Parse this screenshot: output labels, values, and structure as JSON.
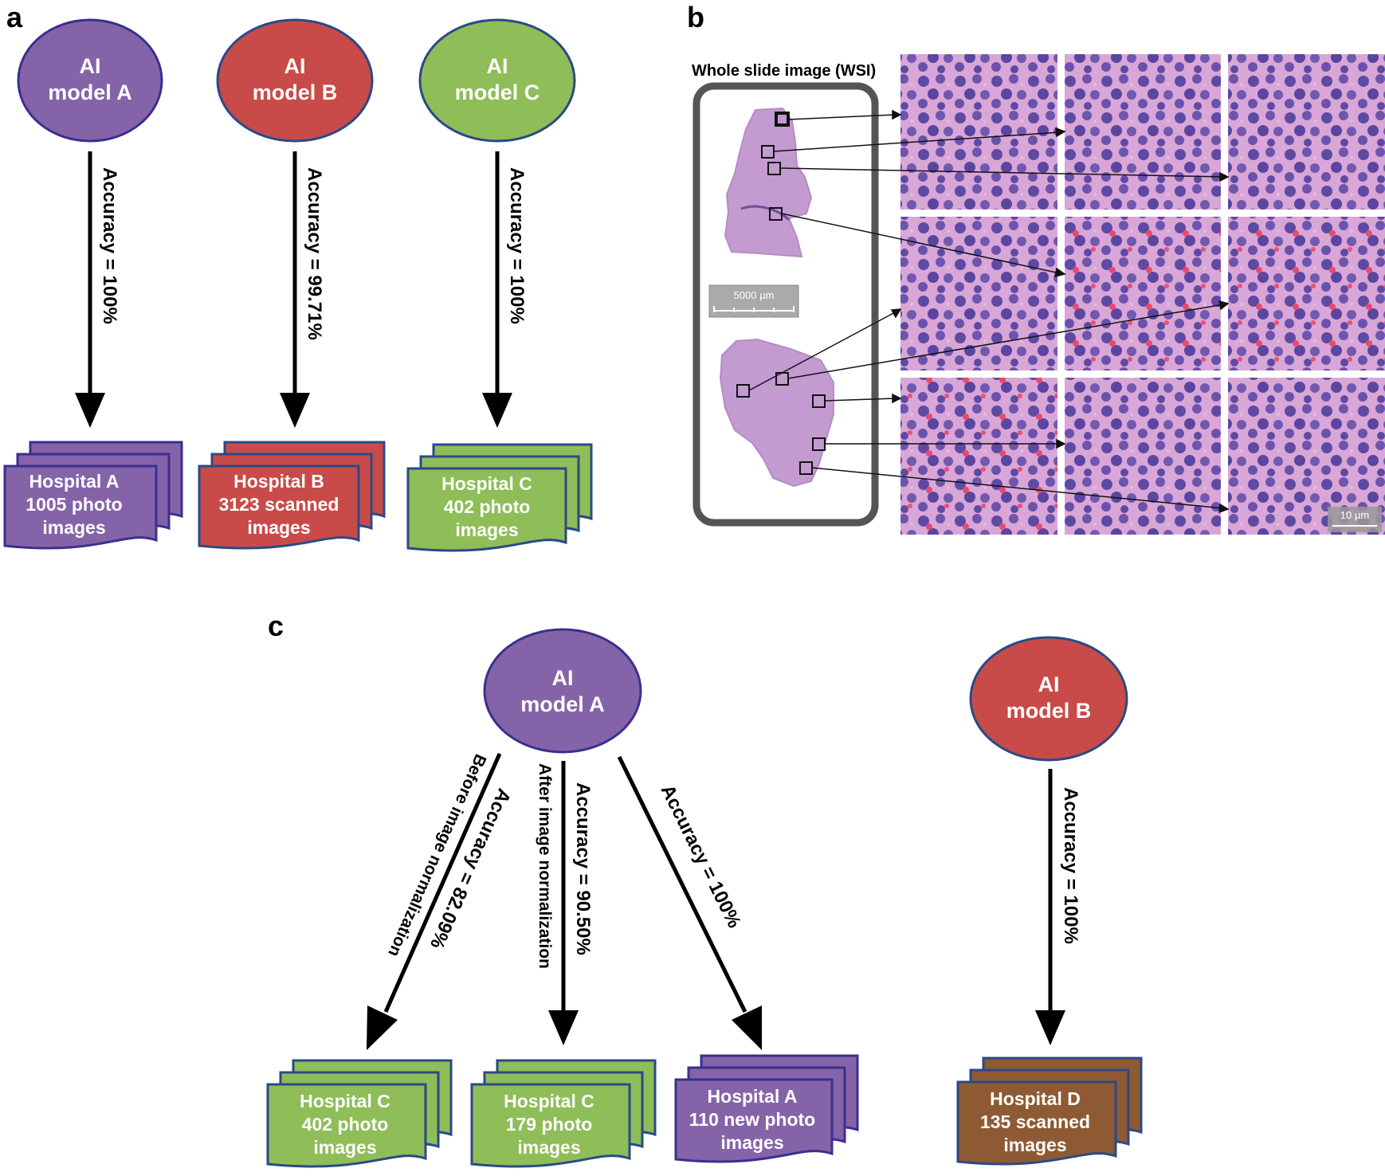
{
  "panels": {
    "a": "a",
    "b": "b",
    "c": "c"
  },
  "colors": {
    "purple": "#8563a8",
    "purple_edge": "#3b2f8f",
    "red": "#c84b49",
    "red_edge": "#2a4a86",
    "green": "#8fbd58",
    "green_edge": "#2a4a86",
    "brown": "#8e5a34",
    "brown_edge": "#2a4a86",
    "tissue": "#c49bd0",
    "tissue_dark": "#5b3f9a"
  },
  "panel_a": {
    "models": [
      {
        "line1": "AI",
        "line2": "model A",
        "color": "purple"
      },
      {
        "line1": "AI",
        "line2": "model B",
        "color": "red"
      },
      {
        "line1": "AI",
        "line2": "model C",
        "color": "green"
      }
    ],
    "accuracies": [
      "Accuracy = 100%",
      "Accuracy = 99.71%",
      "Accuracy = 100%"
    ],
    "datasets": [
      {
        "line1": "Hospital A",
        "line2": "1005 photo",
        "line3": "images",
        "color": "purple"
      },
      {
        "line1": "Hospital B",
        "line2": "3123 scanned",
        "line3": "images",
        "color": "red"
      },
      {
        "line1": "Hospital C",
        "line2": "402 photo",
        "line3": "images",
        "color": "green"
      }
    ]
  },
  "panel_b": {
    "wsi_title": "Whole slide image (WSI)",
    "wsi_scale": "5000 µm",
    "tile_scale": "10 µm"
  },
  "panel_c": {
    "model_a": {
      "line1": "AI",
      "line2": "model A",
      "color": "purple"
    },
    "model_b": {
      "line1": "AI",
      "line2": "model B",
      "color": "red"
    },
    "arrow1_acc": "Accuracy = 82.09%",
    "arrow1_note": "Before image normalization",
    "arrow2_acc": "Accuracy = 90.50%",
    "arrow2_note": "After image normalization",
    "arrow3_acc": "Accuracy = 100%",
    "arrow4_acc": "Accuracy = 100%",
    "datasets": [
      {
        "line1": "Hospital C",
        "line2": "402 photo",
        "line3": "images",
        "color": "green"
      },
      {
        "line1": "Hospital C",
        "line2": "179 photo",
        "line3": "images",
        "color": "green"
      },
      {
        "line1": "Hospital A",
        "line2": "110 new photo",
        "line3": "images",
        "color": "purple"
      },
      {
        "line1": "Hospital D",
        "line2": "135 scanned",
        "line3": "images",
        "color": "brown"
      }
    ]
  }
}
